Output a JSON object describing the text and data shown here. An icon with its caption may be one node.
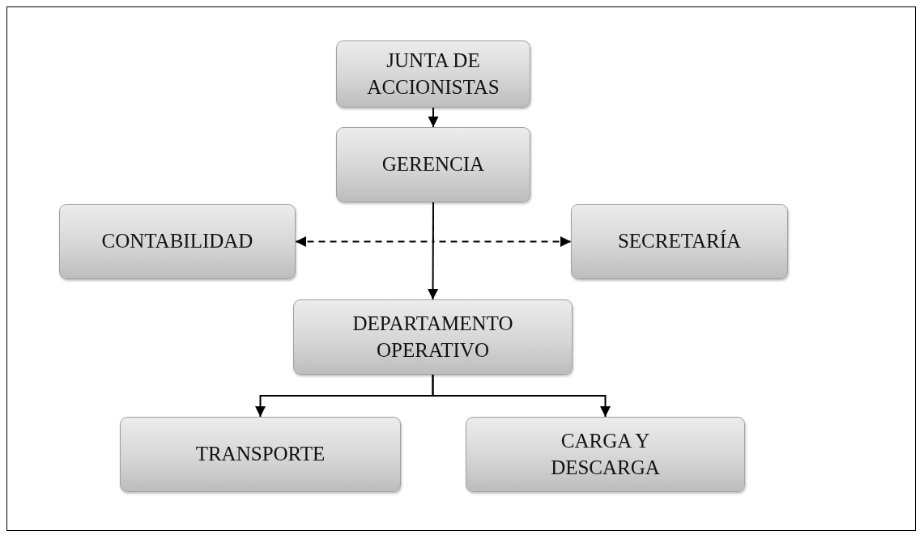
{
  "diagram": {
    "nodes": [
      {
        "text": [
          "JUNTA DE ACCIONISTAS"
        ]
      },
      {
        "text": [
          "GERENCIA"
        ]
      },
      {
        "text": [
          "CONTABILIDAD"
        ]
      },
      {
        "text": [
          "SECRETARÍA"
        ]
      },
      {
        "text": [
          "DEPARTAMENTO OPERATIVO"
        ]
      },
      {
        "text": [
          "TRANSPORTE"
        ]
      },
      {
        "text": [
          "CARGA Y DESCARGA"
        ]
      }
    ],
    "edges": [
      {
        "from": 0,
        "to": 1,
        "arrow": "to"
      },
      {
        "from": 1,
        "to": 4,
        "arrow": "to"
      },
      {
        "from": 1,
        "to": 2,
        "arrow": "to",
        "style": "dashed"
      },
      {
        "from": 1,
        "to": 3,
        "arrow": "to",
        "style": "dashed"
      },
      {
        "from": 4,
        "to": 5,
        "arrow": "to"
      },
      {
        "from": 4,
        "to": 6,
        "arrow": "to"
      }
    ]
  }
}
